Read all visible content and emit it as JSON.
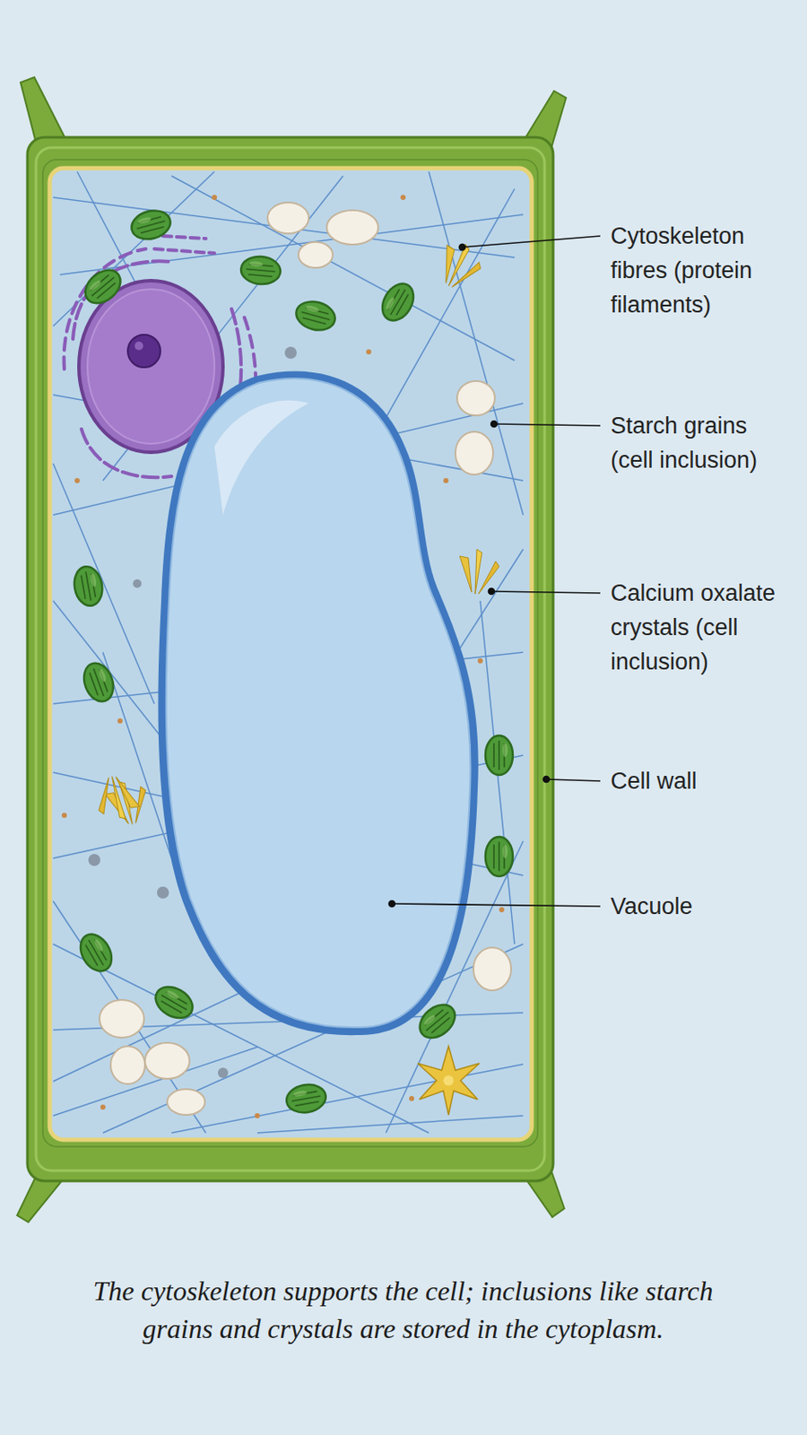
{
  "diagram": {
    "caption": "The cytoskeleton supports the cell; inclusions like starch grains and crystals are stored in the cytoplasm.",
    "labels": [
      "Cytoskeleton fibres (protein filaments)",
      "Starch grains (cell inclusion)",
      "Calcium oxalate crystals (cell inclusion)",
      "Cell wall",
      "Vacuole"
    ]
  }
}
